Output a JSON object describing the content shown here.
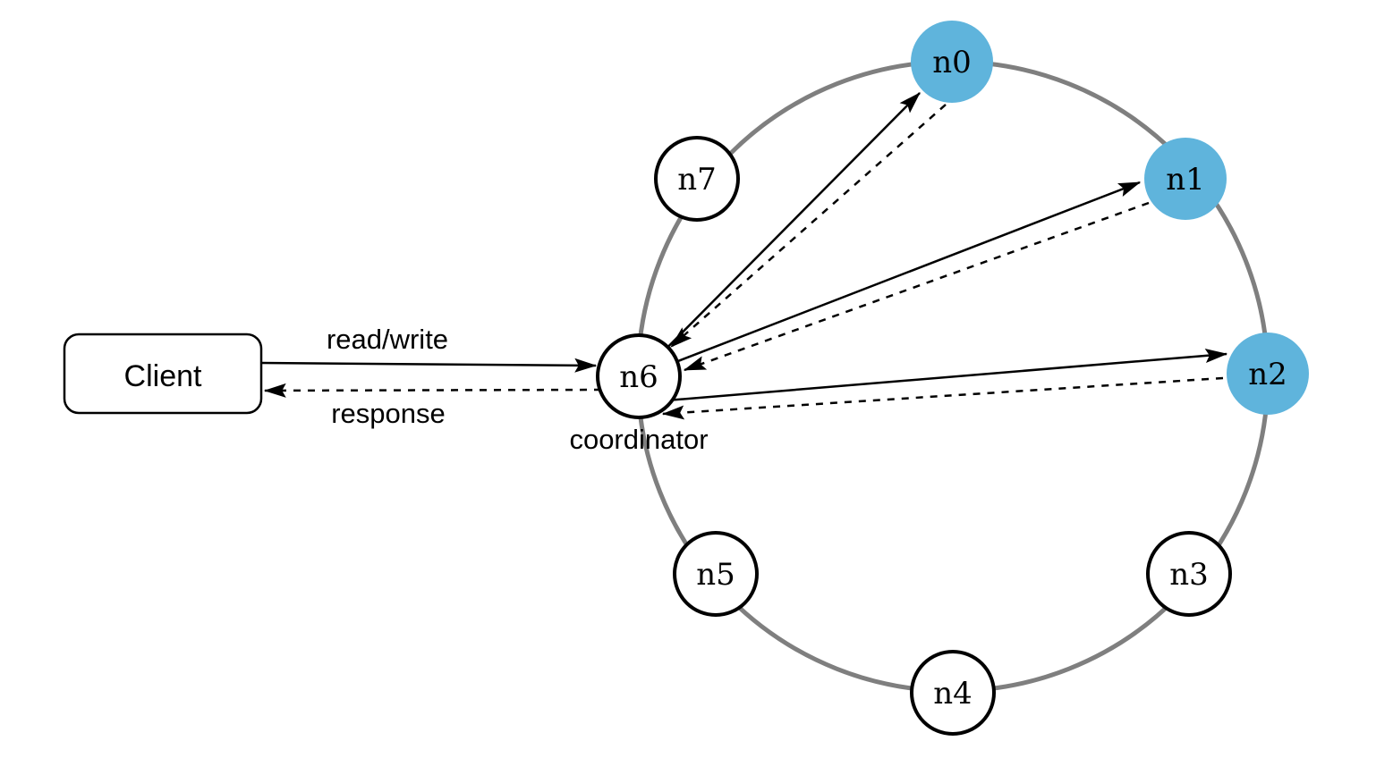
{
  "diagram": {
    "client_label": "Client",
    "coordinator_caption": "coordinator",
    "edges": [
      {
        "from": "client",
        "to": "n6",
        "style": "solid",
        "label": "read/write"
      },
      {
        "from": "n6",
        "to": "client",
        "style": "dashed",
        "label": "response"
      },
      {
        "from": "n6",
        "to": "n0",
        "style": "solid",
        "label": ""
      },
      {
        "from": "n6",
        "to": "n1",
        "style": "solid",
        "label": ""
      },
      {
        "from": "n6",
        "to": "n2",
        "style": "solid",
        "label": ""
      },
      {
        "from": "n0",
        "to": "n6",
        "style": "dashed",
        "label": ""
      },
      {
        "from": "n1",
        "to": "n6",
        "style": "dashed",
        "label": ""
      },
      {
        "from": "n2",
        "to": "n6",
        "style": "dashed",
        "label": ""
      }
    ],
    "nodes": [
      {
        "id": "n0",
        "label": "n0",
        "replica": true
      },
      {
        "id": "n1",
        "label": "n1",
        "replica": true
      },
      {
        "id": "n2",
        "label": "n2",
        "replica": true
      },
      {
        "id": "n3",
        "label": "n3",
        "replica": false
      },
      {
        "id": "n4",
        "label": "n4",
        "replica": false
      },
      {
        "id": "n5",
        "label": "n5",
        "replica": false
      },
      {
        "id": "n6",
        "label": "n6",
        "replica": false,
        "role": "coordinator"
      },
      {
        "id": "n7",
        "label": "n7",
        "replica": false
      }
    ],
    "colors": {
      "replica_fill": "#5fb4dc",
      "node_fill": "#ffffff",
      "ring_stroke": "#7f7f7f",
      "arrow": "#000000",
      "background": "#ffffff"
    }
  }
}
